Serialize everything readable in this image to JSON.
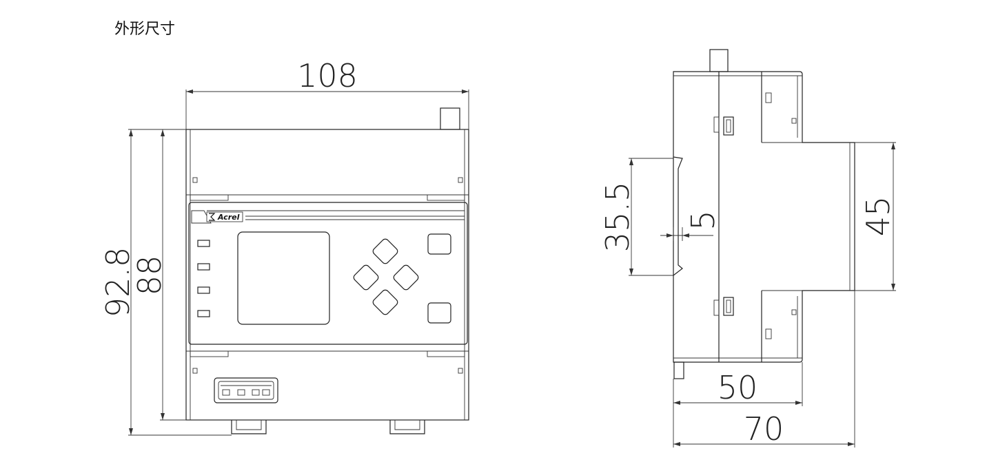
{
  "title": "外形尺寸",
  "front_view": {
    "brand": "Acrel",
    "dims": {
      "width": "108",
      "outer_height": "92.8",
      "inner_height": "88"
    }
  },
  "side_view": {
    "dims": {
      "rail_span": "35.5",
      "rail_lip": "5",
      "front_depth": "45",
      "body_depth": "50",
      "total_depth": "70"
    }
  }
}
